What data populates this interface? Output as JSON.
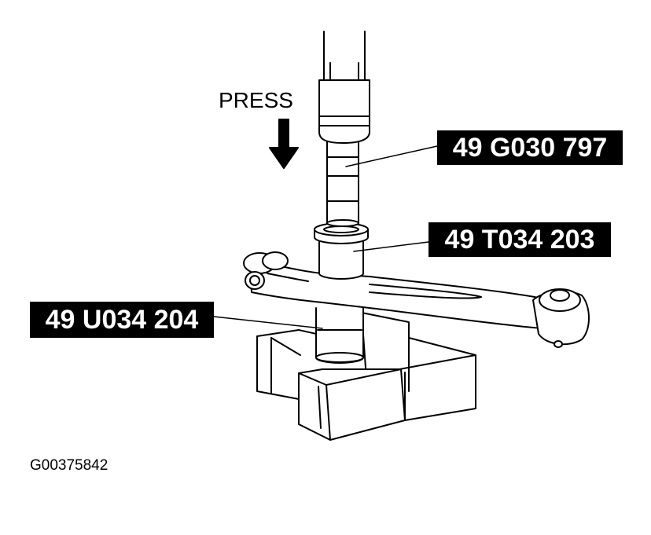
{
  "labels": {
    "press": "PRESS",
    "tool_top": "49 G030 797",
    "tool_middle": "49 T034 203",
    "tool_bottom": "49 U034 204"
  },
  "figure_id": "G00375842"
}
